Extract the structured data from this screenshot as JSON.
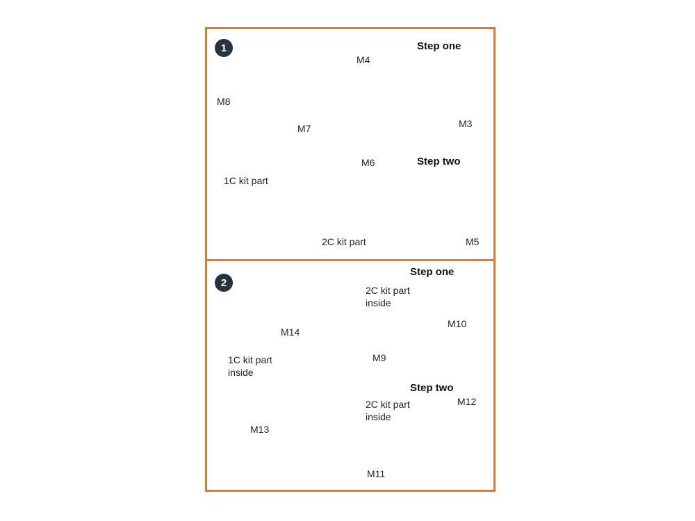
{
  "panel1": {
    "number": "1",
    "step_one": "Step one",
    "step_two": "Step two",
    "labels": {
      "m4": "M4",
      "m3": "M3",
      "m8": "M8",
      "m7": "M7",
      "kit_1c": "1C kit part",
      "m6": "M6",
      "m5": "M5",
      "kit_2c": "2C kit part"
    }
  },
  "panel2": {
    "number": "2",
    "step_one": "Step one",
    "step_two": "Step two",
    "labels": {
      "kit_2c_inside_a_1": "2C kit part",
      "kit_2c_inside_a_2": "inside",
      "m10": "M10",
      "m9": "M9",
      "m14": "M14",
      "kit_1c_inside_1": "1C kit part",
      "kit_1c_inside_2": "inside",
      "m13": "M13",
      "m12": "M12",
      "kit_2c_inside_b_1": "2C kit part",
      "kit_2c_inside_b_2": "inside",
      "m11": "M11"
    }
  },
  "colors": {
    "frame": "#e07a2e",
    "mask": "#dcc190",
    "badge": "#27343f"
  }
}
